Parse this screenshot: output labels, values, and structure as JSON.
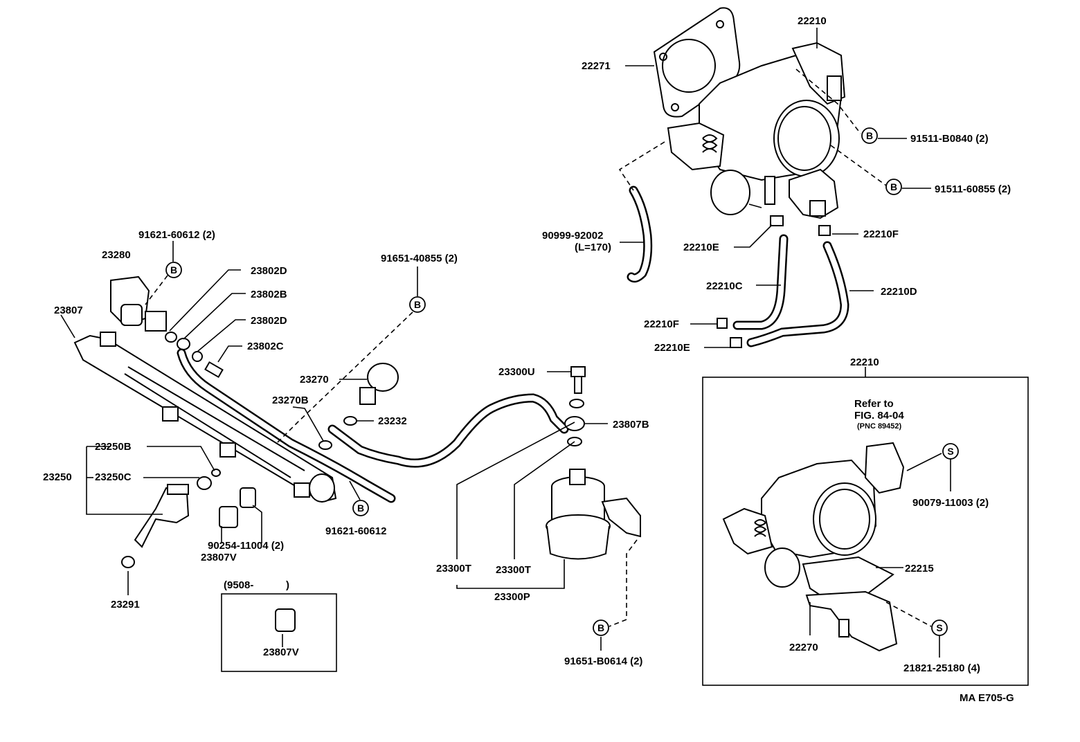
{
  "labels": {
    "p22210_top": "22210",
    "p22271": "22271",
    "p91511_b0840": "91511-B0840 (2)",
    "p91511_60855": "91511-60855 (2)",
    "p90999": "90999-92002",
    "p90999_len": "(L=170)",
    "p22210e_a": "22210E",
    "p22210f_a": "22210F",
    "p22210c": "22210C",
    "p22210d": "22210D",
    "p22210f_b": "22210F",
    "p22210e_b": "22210E",
    "p91621_top": "91621-60612 (2)",
    "p23280": "23280",
    "p23802d_a": "23802D",
    "p23802b": "23802B",
    "p23802d_b": "23802D",
    "p23802c": "23802C",
    "p23807": "23807",
    "p91651_40855": "91651-40855 (2)",
    "p23270": "23270",
    "p23270b": "23270B",
    "p23232": "23232",
    "p23300u": "23300U",
    "p23807b": "23807B",
    "p23250b": "23250B",
    "p23250": "23250",
    "p23250c": "23250C",
    "p90254": "90254-11004 (2)",
    "p23807v_a": "23807V",
    "p91621_bottom": "91621-60612",
    "p23291": "23291",
    "p23300t_a": "23300T",
    "p23300t_b": "23300T",
    "p23300p": "23300P",
    "p91651_b0614": "91651-B0614 (2)",
    "p9508": "(9508-",
    "p9508_close": ")",
    "p23807v_b": "23807V",
    "p22210_box": "22210",
    "refer_line1": "Refer to",
    "refer_line2": "FIG. 84-04",
    "refer_line3": "(PNC 89452)",
    "p90079": "90079-11003 (2)",
    "p22215": "22215",
    "p22270": "22270",
    "p21821": "21821-25180 (4)",
    "figure_code": "MA E705-G"
  },
  "symbols": {
    "b": "B",
    "s": "S"
  }
}
